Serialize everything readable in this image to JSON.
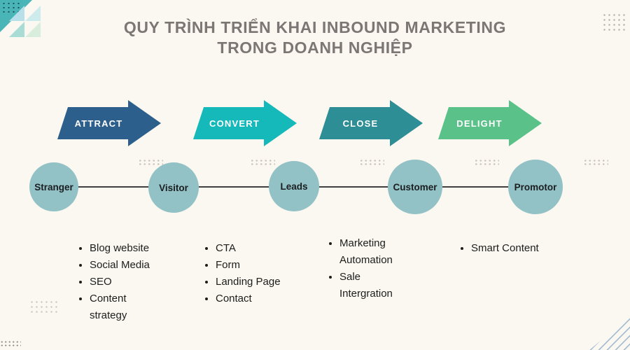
{
  "title": {
    "line1": "QUY TRÌNH TRIỂN KHAI INBOUND MARKETING",
    "line2": "TRONG DOANH NGHIỆP"
  },
  "theme": {
    "background": "#fbf8f1",
    "title_color": "#7c7674",
    "arrow_label_color": "#ffffff",
    "circle_color": "#93c2c6",
    "journey_line_color": "#3f3f3f",
    "corner_accent_color": "#4ab5b7",
    "stripe_color": "#a9bfd3"
  },
  "funnel": {
    "stages": [
      {
        "label": "ATTRACT",
        "color": "#2d5f8c",
        "tactics": [
          "Blog website",
          "Social Media",
          "SEO",
          "Content strategy"
        ]
      },
      {
        "label": "CONVERT",
        "color": "#16b9ba",
        "tactics": [
          "CTA",
          "Form",
          "Landing Page",
          "Contact"
        ]
      },
      {
        "label": "CLOSE",
        "color": "#2e8e95",
        "tactics": [
          "Marketing Automation",
          "Sale Intergration"
        ]
      },
      {
        "label": "DELIGHT",
        "color": "#5ac288",
        "tactics": [
          "Smart Content"
        ]
      }
    ],
    "personas": [
      "Stranger",
      "Visitor",
      "Leads",
      "Customer",
      "Promotor"
    ]
  }
}
